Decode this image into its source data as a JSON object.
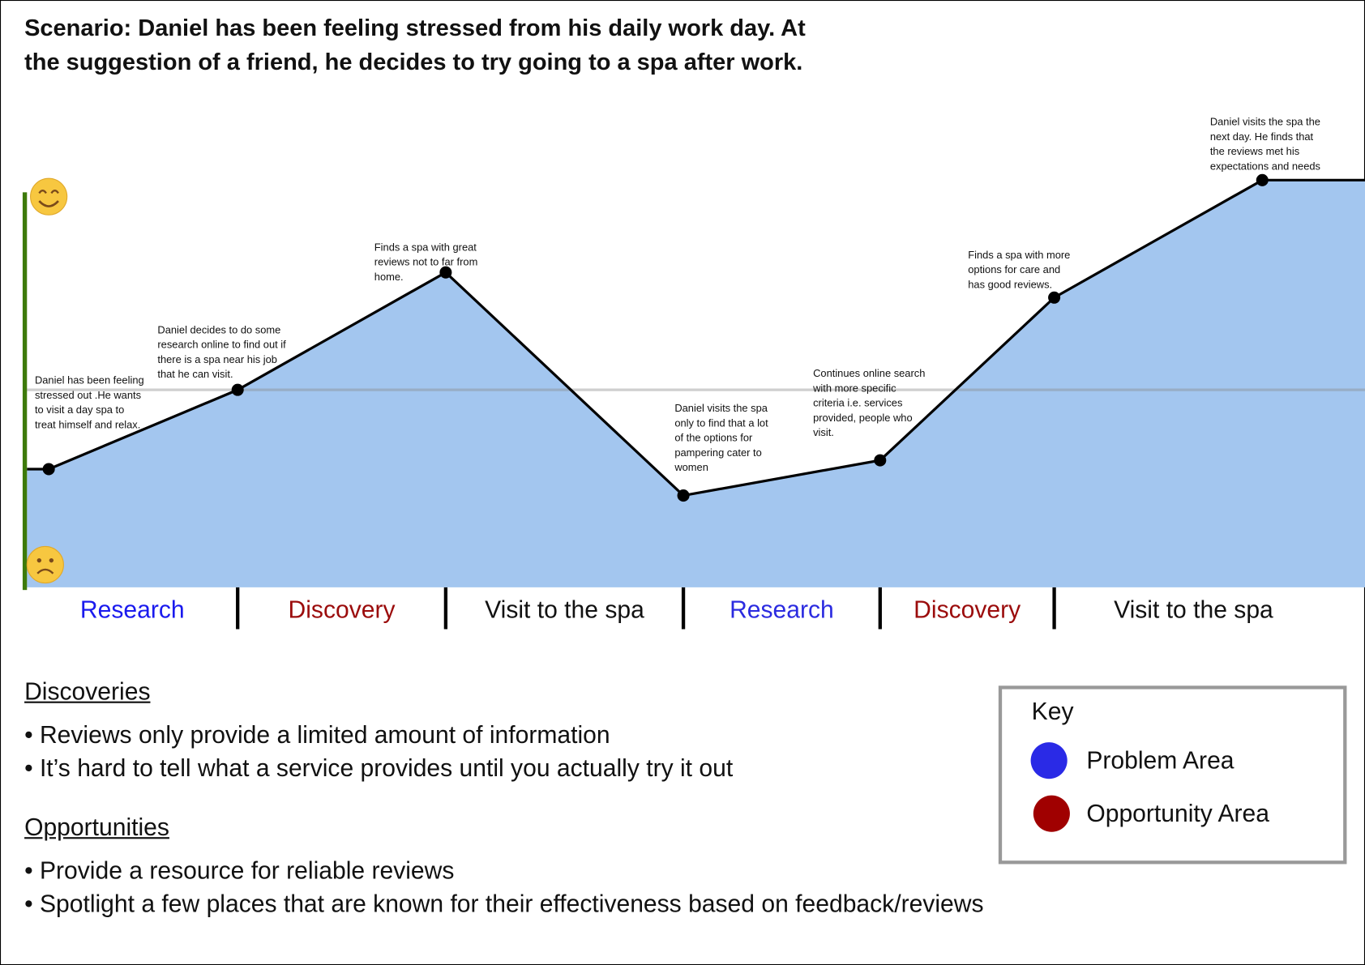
{
  "scenario": {
    "line1": "Scenario: Daniel has been feeling stressed from his daily work day. At",
    "line2": "the suggestion of a friend, he decides to try going to a spa after work."
  },
  "journey": {
    "scale_top_icon": "smiling-face-emoji",
    "scale_bottom_icon": "frowning-face-emoji",
    "points": [
      {
        "mood": 0.32,
        "note": [
          "Daniel has been feeling",
          "stressed out .He wants",
          "to visit a day spa to",
          "treat himself and relax."
        ]
      },
      {
        "mood": 0.5,
        "note": [
          "Daniel decides to do some",
          "research online to find out if",
          "there is a spa near his job",
          "that he can visit."
        ]
      },
      {
        "mood": 0.78,
        "note": [
          "Finds a spa with great",
          "reviews not to far from",
          "home."
        ]
      },
      {
        "mood": 0.26,
        "note": [
          "Daniel visits the spa",
          "only to find that a lot",
          "of the options for",
          "pampering cater to",
          "women"
        ]
      },
      {
        "mood": 0.34,
        "note": [
          "Continues online search",
          "with more specific",
          "criteria i.e. services",
          "provided, people who",
          "visit."
        ]
      },
      {
        "mood": 0.72,
        "note": [
          "Finds a spa with more",
          "options for care and",
          "has good reviews."
        ]
      },
      {
        "mood": 1.0,
        "note": [
          "Daniel visits the spa the",
          "next day. He finds that",
          "the reviews met his",
          "expectations and needs"
        ]
      }
    ],
    "phases": [
      {
        "label": "Research",
        "color": "#1a1aee"
      },
      {
        "label": "Discovery",
        "color": "#9b0c0c"
      },
      {
        "label": "Visit to the spa",
        "color": "#111111"
      },
      {
        "label": "Research",
        "color": "#2b2be0"
      },
      {
        "label": "Discovery",
        "color": "#9b0c0c"
      },
      {
        "label": "Visit to the spa",
        "color": "#111111"
      }
    ],
    "fill_color": "#a3c6ef",
    "axis_color": "#3d7a0a"
  },
  "discoveries": {
    "heading": "Discoveries",
    "items": [
      "• Reviews only provide a limited amount of information",
      "• It’s hard to tell what a service provides until you actually try it out"
    ]
  },
  "opportunities": {
    "heading": "Opportunities",
    "items": [
      "• Provide a resource for reliable reviews",
      "• Spotlight a few places that are known for their effectiveness based on feedback/reviews"
    ]
  },
  "key": {
    "title": "Key",
    "items": [
      {
        "label": "Problem Area",
        "color": "#2a2ae6"
      },
      {
        "label": "Opportunity Area",
        "color": "#a00000"
      }
    ]
  }
}
